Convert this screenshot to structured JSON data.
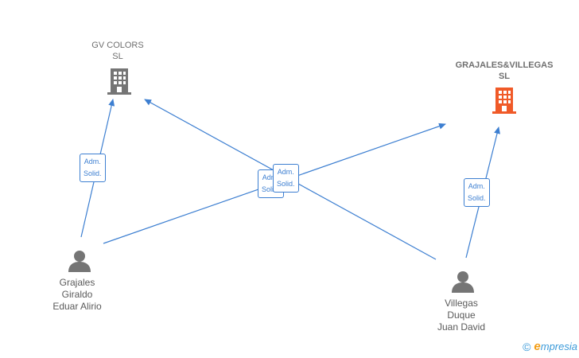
{
  "nodes": {
    "company_gv": {
      "label": "GV COLORS\nSL",
      "icon": "building-icon",
      "color": "#757575"
    },
    "company_grajales": {
      "label": "GRAJALES&VILLEGAS\nSL",
      "icon": "building-icon",
      "color": "#f05a28"
    },
    "person_grajales": {
      "label": "Grajales\nGiraldo\nEduar Alirio",
      "icon": "person-icon",
      "color": "#757575"
    },
    "person_villegas": {
      "label": "Villegas\nDuque\nJuan David",
      "icon": "person-icon",
      "color": "#757575"
    }
  },
  "edges": {
    "e1": {
      "label": "Adm.\nSolid."
    },
    "e2": {
      "label": "Adm.\nSolid."
    },
    "e3": {
      "label": "Adm.\nSolid."
    },
    "e4": {
      "label": "Adm.\nSolid."
    }
  },
  "line_color": "#3d7fd1",
  "brand": {
    "symbol": "©",
    "initial": "e",
    "name": "mpresia"
  }
}
